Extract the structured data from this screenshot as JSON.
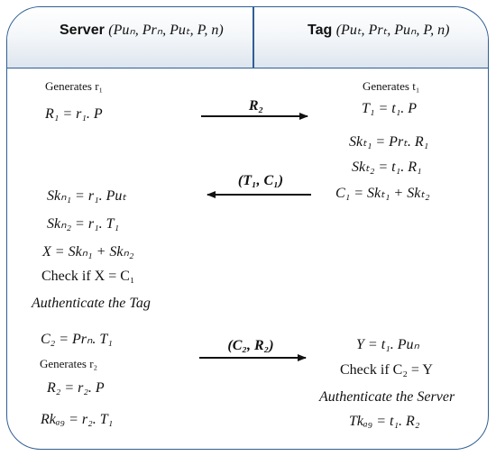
{
  "header": {
    "server_title": "Server",
    "server_params": "(Puₙ, Prₙ, Puₜ, P, n)",
    "tag_title": "Tag",
    "tag_params": "(Puₜ, Prₜ, Puₙ, P, n)"
  },
  "server": {
    "gen_r1": "Generates r₁",
    "r1_eq": "R₁ = r₁. P",
    "sk_r1": "Skₙ₁ = r₁. Puₜ",
    "sk_r2": "Skₙ₂ = r₁. T₁",
    "x_eq": "X = Skₙ₁ + Skₙ₂",
    "check_x": "Check if X = C₁",
    "auth_tag": "Authenticate the Tag",
    "c2_eq": "C₂ = Prₙ. T₁",
    "gen_r2": "Generates r₂",
    "r2_eq": "R₂ = r₂. P",
    "rk_eq": "Rkₐ₉ = r₂. T₁"
  },
  "tag": {
    "gen_t1": "Generates t₁",
    "t1_eq": "T₁ = t₁. P",
    "sk_t1": "Skₜ₁ = Prₜ. R₁",
    "sk_t2": "Skₜ₂ = t₁. R₁",
    "c1_eq": "C₁ = Skₜ₁ + Skₜ₂",
    "y_eq": "Y = t₁. Puₙ",
    "check_c2": "Check if C₂ = Y",
    "auth_server": "Authenticate the Server",
    "tk_eq": "Tkₐ₉ = t₁. R₂"
  },
  "messages": {
    "m1": "R₂",
    "m2": "(T₁, C₁)",
    "m3": "(C₂, R₂)"
  }
}
